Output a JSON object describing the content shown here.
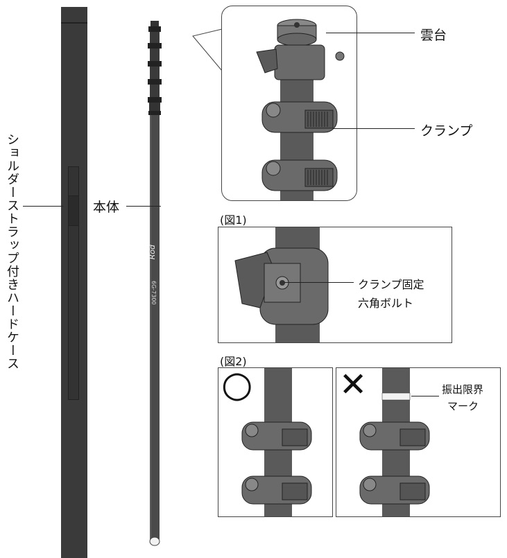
{
  "labels": {
    "case": "ショルダーストラップ付きハードケース",
    "body": "本体",
    "head": "雲台",
    "clamp": "クランプ",
    "fig1": "(図1)",
    "fig2": "(図2)",
    "bolt_line1": "クランプ固定",
    "bolt_line2": "六角ボルト",
    "mark_line1": "振出限界",
    "mark_line2": "マーク",
    "ok_symbol": "○",
    "ng_symbol": "✕"
  },
  "pole_branding": {
    "brand": "Rod",
    "model": "6G-7300"
  },
  "colors": {
    "case": "#3a3a3a",
    "pole": "#4a4a4a",
    "clamp": "#6a6a6a",
    "outline": "#222222"
  }
}
